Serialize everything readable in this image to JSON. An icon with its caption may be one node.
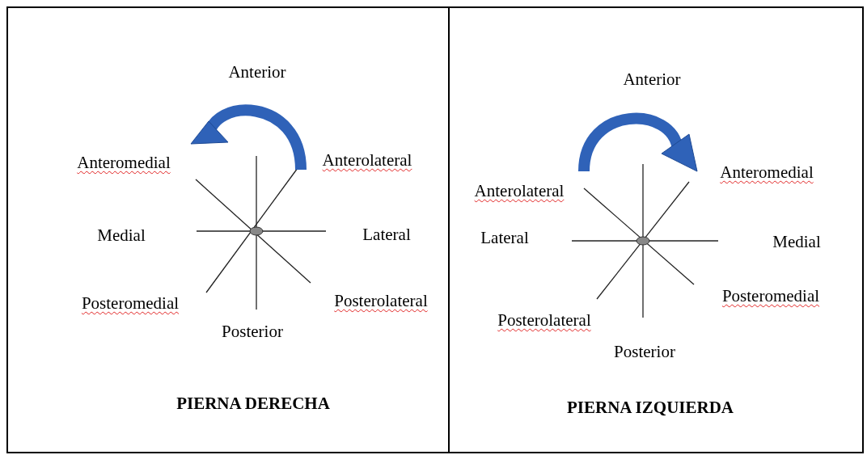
{
  "diagram": {
    "nodes": [
      {
        "text": [
          "PIERNA DERECHA"
        ]
      },
      {
        "text": [
          "PIERNA IZQUIERDA"
        ]
      }
    ],
    "labels": [
      "Anterior",
      "Anteromedial",
      "Anterolateral",
      "Medial",
      "Lateral",
      "Posteromedial",
      "Posterolateral",
      "Posterior",
      "Anterior",
      "Anteromedial",
      "Anterolateral",
      "Lateral",
      "Medial",
      "Posteromedial",
      "Posterolateral",
      "Posterior"
    ]
  }
}
